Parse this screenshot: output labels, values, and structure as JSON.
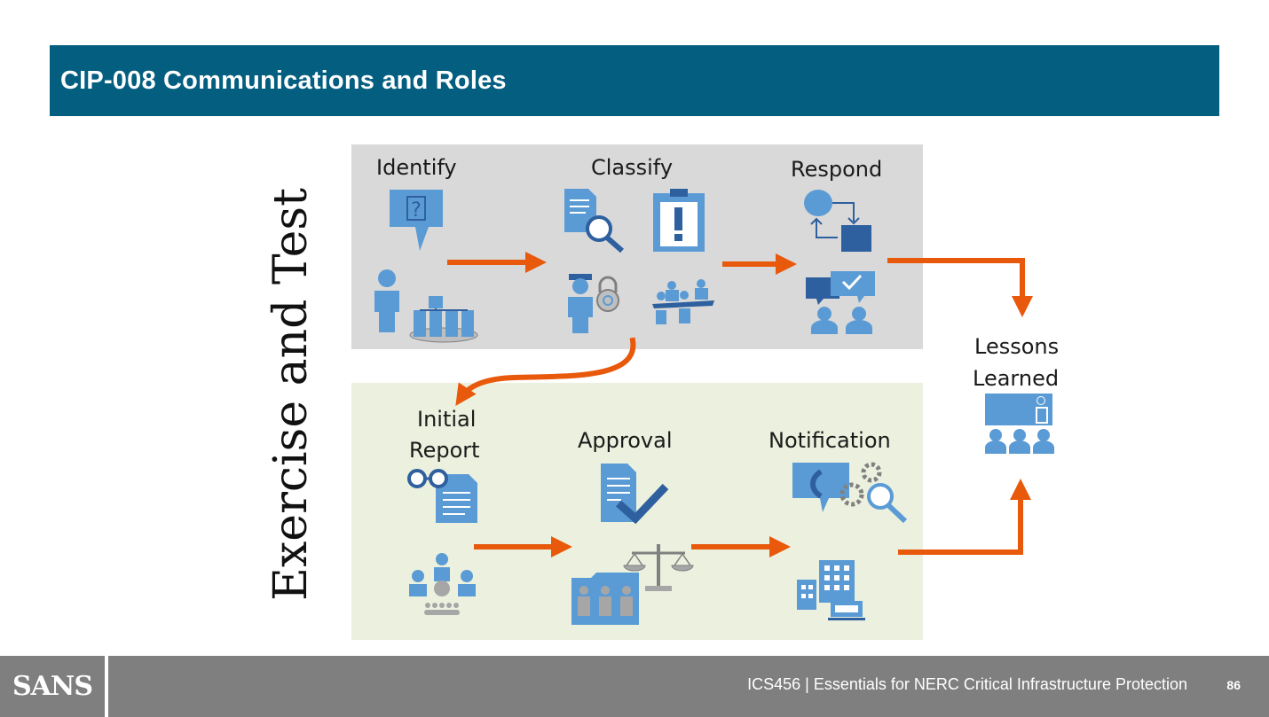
{
  "slide": {
    "title": "CIP-008 Communications and Roles",
    "side_label": "Exercise and Test"
  },
  "diagram": {
    "top_panel": {
      "steps": [
        "Identify",
        "Classify",
        "Respond"
      ]
    },
    "bottom_panel": {
      "steps": [
        "Initial",
        "Report",
        "Approval",
        "Notification"
      ]
    },
    "outcome": {
      "line1": "Lessons",
      "line2": "Learned"
    },
    "icons": [
      "chat-question-icon",
      "person-icon",
      "network-servers-icon",
      "document-search-icon",
      "clipboard-alert-icon",
      "security-guard-lock-icon",
      "meeting-group-icon",
      "process-flow-icon",
      "chat-people-icon",
      "glasses-document-icon",
      "org-hierarchy-icon",
      "document-approved-icon",
      "scales-icon",
      "team-folder-icon",
      "phone-gears-icon",
      "buildings-icon",
      "presentation-audience-icon"
    ],
    "colors": {
      "top_panel": "#d9d9d9",
      "bottom_panel": "#ebf1de",
      "arrow": "#e8590c",
      "icon": "#5b9bd5"
    }
  },
  "footer": {
    "logo": "SANS",
    "course": "ICS456 | Essentials for NERC Critical Infrastructure Protection",
    "page_number": "86"
  }
}
